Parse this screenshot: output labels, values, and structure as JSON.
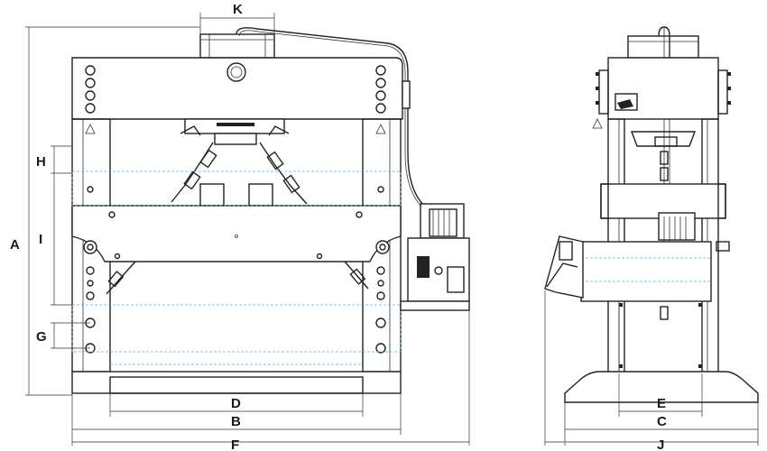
{
  "labels": {
    "A": "A",
    "B": "B",
    "C": "C",
    "D": "D",
    "E": "E",
    "F": "F",
    "G": "G",
    "H": "H",
    "I": "I",
    "J": "J",
    "K": "K"
  }
}
